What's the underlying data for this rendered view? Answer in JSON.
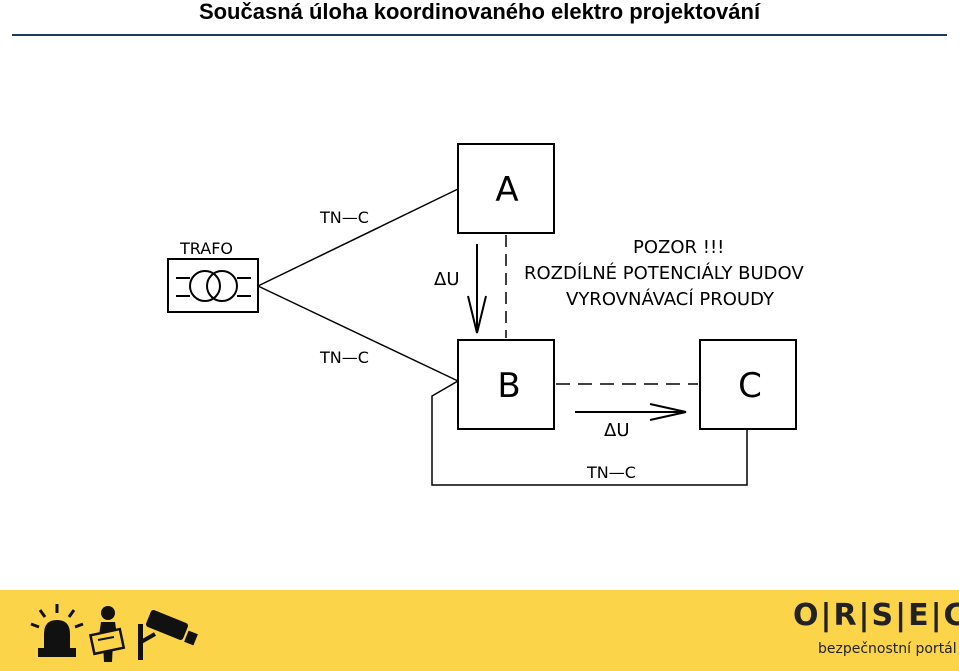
{
  "header": {
    "title": "Současná úloha koordinovaného elektro projektování"
  },
  "diagram": {
    "trafo_label": "TRAFO",
    "tn_c_top": "TN—C",
    "tn_c_mid": "TN—C",
    "tn_c_bottom": "TN—C",
    "box_a": "A",
    "box_b": "B",
    "box_c": "C",
    "delta_u_vertical": "ΔU",
    "delta_u_horizontal": "ΔU",
    "warning_line1": "POZOR !!!",
    "warning_line2": "ROZDÍLNÉ  POTENCIÁLY  BUDOV",
    "warning_line3": "VYROVNÁVACÍ  PROUDY"
  },
  "footer": {
    "brand_name": "O|R|S|E|C",
    "brand_tagline": "bezpečnostní portál",
    "background_color": "#fbd44a"
  }
}
